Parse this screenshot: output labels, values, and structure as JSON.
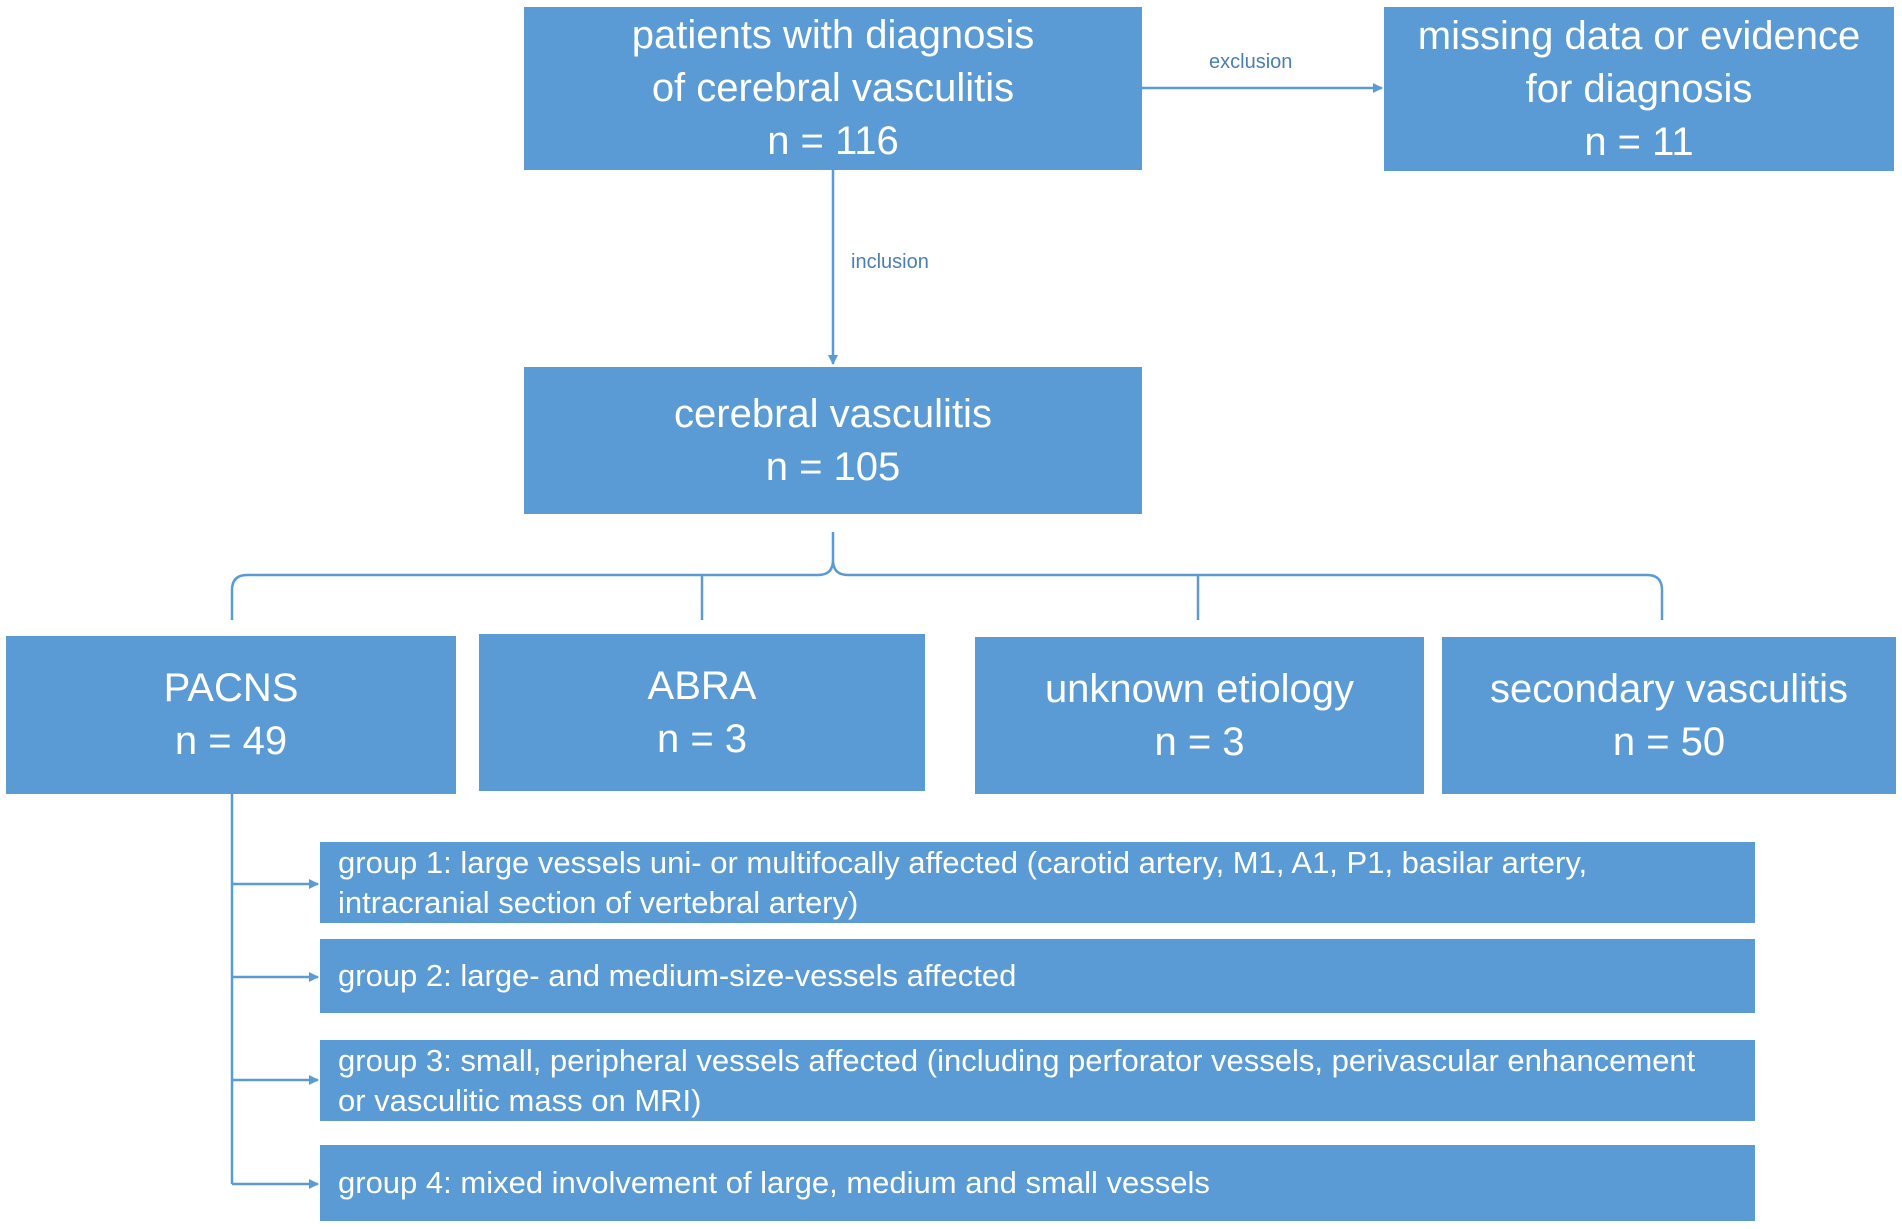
{
  "top_box": {
    "line1": "patients with diagnosis",
    "line2": "of cerebral vasculitis",
    "line3": "n = 116"
  },
  "excluded_box": {
    "line1": "missing data or evidence",
    "line2": "for diagnosis",
    "line3": "n = 11"
  },
  "exclusion_label": "exclusion",
  "inclusion_label": "inclusion",
  "cv_box": {
    "line1": "cerebral vasculitis",
    "line2": "n = 105"
  },
  "categories": [
    {
      "name": "PACNS",
      "n": "n = 49"
    },
    {
      "name": "ABRA",
      "n": "n = 3"
    },
    {
      "name": "unknown etiology",
      "n": "n = 3"
    },
    {
      "name": "secondary vasculitis",
      "n": "n = 50"
    }
  ],
  "groups": [
    {
      "line1": "group 1: large vessels uni- or multifocally affected (carotid artery, M1, A1, P1, basilar artery,",
      "line2": "intracranial section of vertebral artery)"
    },
    {
      "line1": "group 2: large- and medium-size-vessels affected",
      "line2": ""
    },
    {
      "line1": "group 3: small, peripheral vessels affected (including perforator vessels, perivascular enhancement",
      "line2": "or vasculitic mass on MRI)"
    },
    {
      "line1": "group 4: mixed involvement of large, medium and small vessels",
      "line2": ""
    }
  ],
  "colors": {
    "box_fill": "#5b9bd5",
    "text": "#ffffff",
    "connector": "#5b9bd5",
    "label": "#4a7ebb"
  }
}
